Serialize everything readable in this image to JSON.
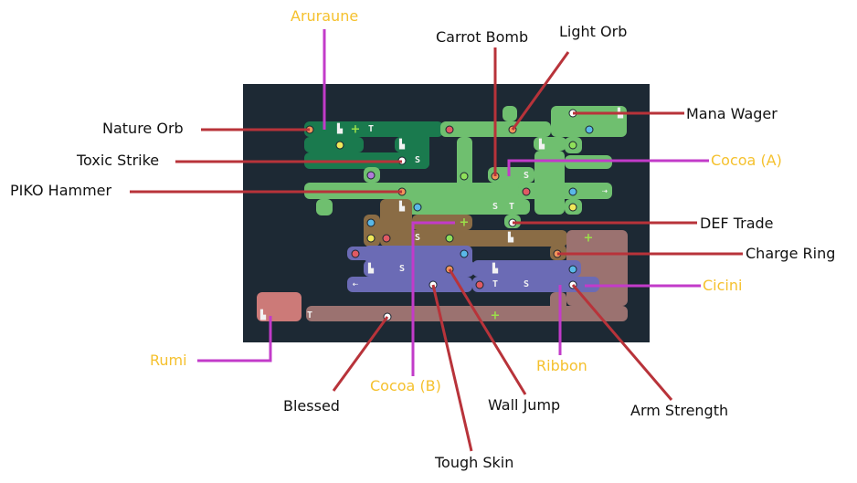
{
  "colors": {
    "item_line": "#b8333a",
    "boss_line": "#c23bc9",
    "item_text": "#111111",
    "boss_text": "#f5c12e",
    "map_bg": "#1d2934",
    "zones": {
      "forest_dark": "#1a7a4e",
      "forest_light": "#6fbf6f",
      "brown": "#8a6c45",
      "blue": "#6b6bb5",
      "pink": "#9b7270",
      "rumi": "#cc7a78"
    },
    "markers": {
      "orange": "#f0955a",
      "red": "#e05a63",
      "green": "#8fe05a",
      "yellow": "#f0e85a",
      "cyan": "#5ab8e8",
      "purple": "#b07ad8",
      "white": "#ffffff"
    }
  },
  "glyphs": {
    "save": "▙",
    "teleport": "T",
    "shop": "S",
    "upgrade": "+",
    "arrow_left": "⇠",
    "arrow_right": "⇢"
  },
  "items": [
    {
      "id": "nature-orb",
      "label": "Nature Orb",
      "type": "item"
    },
    {
      "id": "toxic-strike",
      "label": "Toxic Strike",
      "type": "item"
    },
    {
      "id": "piko-hammer",
      "label": "PIKO Hammer",
      "type": "item"
    },
    {
      "id": "carrot-bomb",
      "label": "Carrot Bomb",
      "type": "item"
    },
    {
      "id": "light-orb",
      "label": "Light Orb",
      "type": "item"
    },
    {
      "id": "mana-wager",
      "label": "Mana Wager",
      "type": "item"
    },
    {
      "id": "def-trade",
      "label": "DEF Trade",
      "type": "item"
    },
    {
      "id": "charge-ring",
      "label": "Charge Ring",
      "type": "item"
    },
    {
      "id": "blessed",
      "label": "Blessed",
      "type": "item"
    },
    {
      "id": "wall-jump",
      "label": "Wall Jump",
      "type": "item"
    },
    {
      "id": "tough-skin",
      "label": "Tough Skin",
      "type": "item"
    },
    {
      "id": "arm-strength",
      "label": "Arm Strength",
      "type": "item"
    }
  ],
  "bosses": [
    {
      "id": "aruraune",
      "label": "Aruraune",
      "type": "boss"
    },
    {
      "id": "cocoa-a",
      "label": "Cocoa (A)",
      "type": "boss"
    },
    {
      "id": "cicini",
      "label": "Cicini",
      "type": "boss"
    },
    {
      "id": "rumi",
      "label": "Rumi",
      "type": "boss"
    },
    {
      "id": "cocoa-b",
      "label": "Cocoa (B)",
      "type": "boss"
    },
    {
      "id": "ribbon",
      "label": "Ribbon",
      "type": "boss"
    }
  ]
}
